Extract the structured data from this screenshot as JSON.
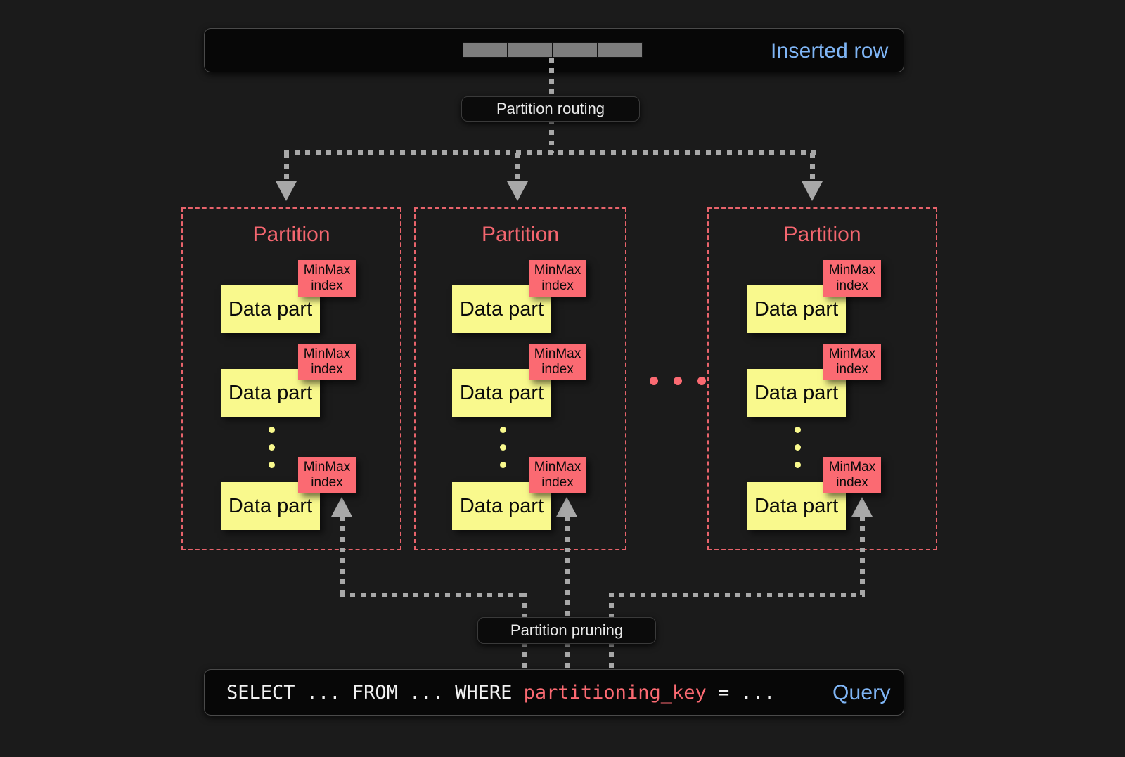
{
  "theme": {
    "background": "#1b1b1b",
    "accent_blue": "#7fb5f5",
    "accent_red": "#fb6a72",
    "accent_yellow": "#f9f98d",
    "connector_gray": "#a8a8a8",
    "bar_background": "#070707"
  },
  "inserted_row": {
    "label": "Inserted row",
    "cell_count": 4
  },
  "partition_routing": {
    "label": "Partition routing"
  },
  "partitions": [
    {
      "title": "Partition",
      "data_parts": [
        {
          "label": "Data part",
          "minmax_line1": "MinMax",
          "minmax_line2": "index"
        },
        {
          "label": "Data part",
          "minmax_line1": "MinMax",
          "minmax_line2": "index"
        },
        {
          "label": "Data part",
          "minmax_line1": "MinMax",
          "minmax_line2": "index"
        }
      ]
    },
    {
      "title": "Partition",
      "data_parts": [
        {
          "label": "Data part",
          "minmax_line1": "MinMax",
          "minmax_line2": "index"
        },
        {
          "label": "Data part",
          "minmax_line1": "MinMax",
          "minmax_line2": "index"
        },
        {
          "label": "Data part",
          "minmax_line1": "MinMax",
          "minmax_line2": "index"
        }
      ]
    },
    {
      "title": "Partition",
      "data_parts": [
        {
          "label": "Data part",
          "minmax_line1": "MinMax",
          "minmax_line2": "index"
        },
        {
          "label": "Data part",
          "minmax_line1": "MinMax",
          "minmax_line2": "index"
        },
        {
          "label": "Data part",
          "minmax_line1": "MinMax",
          "minmax_line2": "index"
        }
      ]
    }
  ],
  "partition_pruning": {
    "label": "Partition pruning"
  },
  "query": {
    "label": "Query",
    "text_before": "SELECT ... FROM ... WHERE ",
    "highlight": "partitioning_key",
    "text_after": " = ..."
  }
}
